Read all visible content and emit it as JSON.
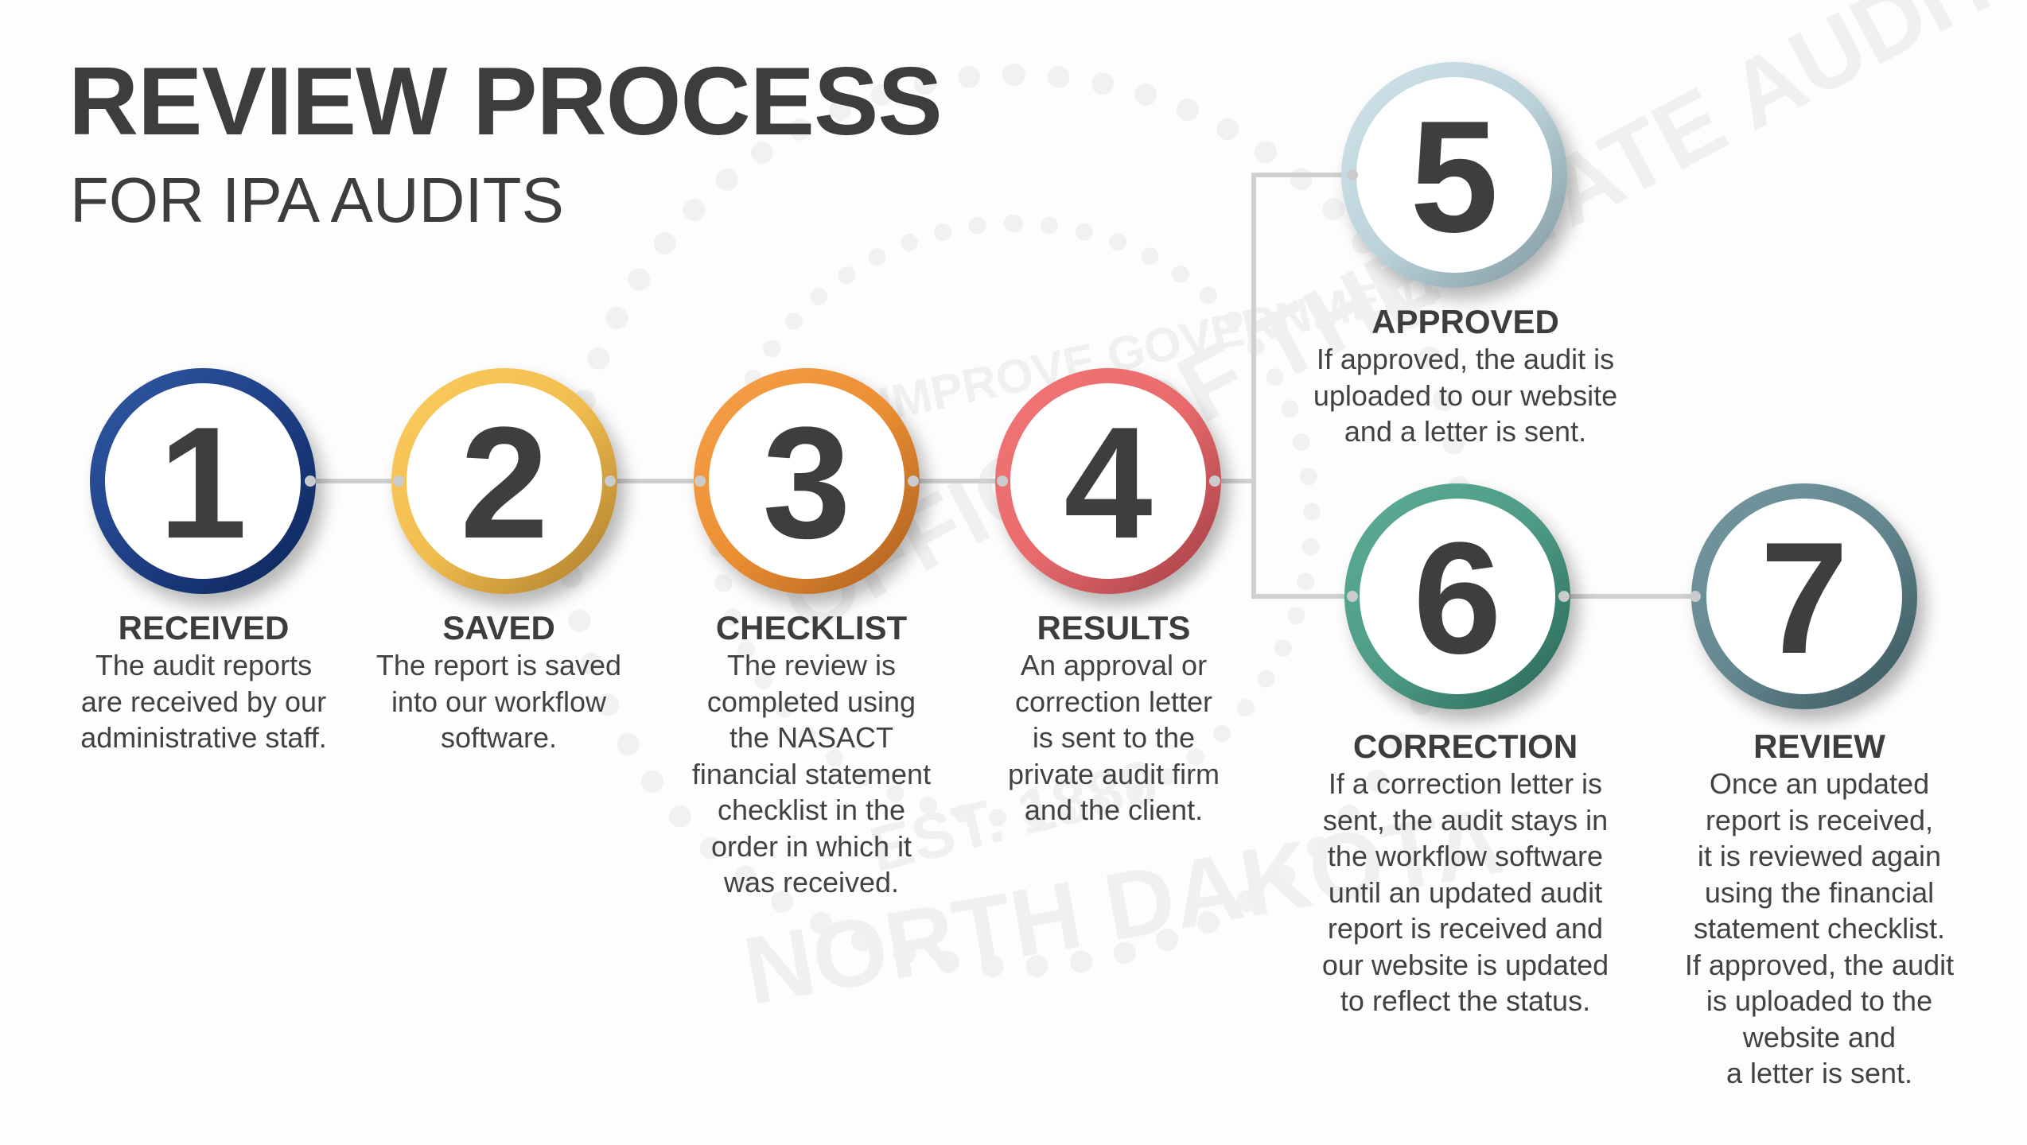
{
  "header": {
    "title": "REVIEW PROCESS",
    "subtitle": "FOR IPA AUDITS"
  },
  "watermark": {
    "outer_text": "OFFICE OF THE STATE AUDITOR",
    "inner_text": "TO IMPROVE GOVERNMENT",
    "bottom_text": "NORTH DAKOTA",
    "established": "EST. 1889"
  },
  "colors": {
    "text": "#3d3d3d",
    "connector": "#cfd0d1",
    "step1": [
      "#2c4f97",
      "#0e2a63"
    ],
    "step2": [
      "#f8c65a",
      "#b9862e"
    ],
    "step3": [
      "#f39a3e",
      "#b1621f"
    ],
    "step4": [
      "#ef6f6f",
      "#a8434a"
    ],
    "step5": [
      "#c7dbe2",
      "#7f97a0"
    ],
    "step6": [
      "#56a690",
      "#2b6a5a"
    ],
    "step7": [
      "#6b8e96",
      "#3b5860"
    ]
  },
  "steps": [
    {
      "number": "1",
      "heading": "RECEIVED",
      "lines": [
        "The audit reports",
        "are received by our",
        "administrative staff."
      ]
    },
    {
      "number": "2",
      "heading": "SAVED",
      "lines": [
        "The report is saved",
        "into our workflow",
        "software."
      ]
    },
    {
      "number": "3",
      "heading": "CHECKLIST",
      "lines": [
        "The review is",
        "completed using",
        "the NASACT",
        "financial statement",
        "checklist in the",
        "order in which it",
        "was received."
      ]
    },
    {
      "number": "4",
      "heading": "RESULTS",
      "lines": [
        "An approval or",
        "correction letter",
        "is sent to the",
        "private audit firm",
        "and the client."
      ]
    },
    {
      "number": "5",
      "heading": "APPROVED",
      "lines": [
        "If approved, the audit is",
        "uploaded to our website",
        "and a letter is sent."
      ]
    },
    {
      "number": "6",
      "heading": "CORRECTION",
      "lines": [
        "If a correction letter is",
        "sent, the audit stays in",
        "the workflow software",
        "until an updated audit",
        "report is received and",
        "our website is updated",
        "to reflect the status."
      ]
    },
    {
      "number": "7",
      "heading": "REVIEW",
      "lines": [
        "Once an updated",
        "report is received,",
        "it is reviewed again",
        "using the financial",
        "statement checklist.",
        "If approved, the audit",
        "is uploaded to the",
        "website and",
        "a letter is sent."
      ]
    }
  ]
}
